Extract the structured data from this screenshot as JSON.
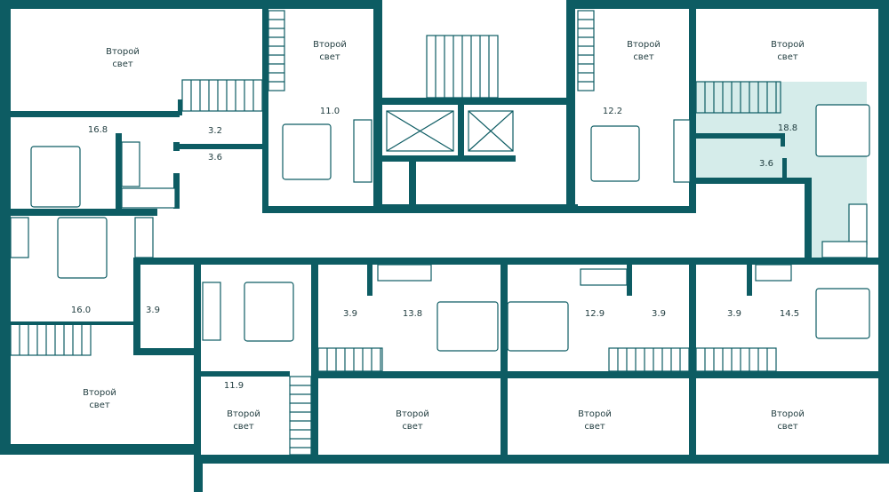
{
  "colors": {
    "wall": "#0d5c63",
    "highlight": "#d5ecea",
    "text": "#1f3b3e"
  },
  "second_light_label": [
    "Второй",
    "свет"
  ],
  "rooms": [
    {
      "id": "tl-second-light",
      "line1": "Второй",
      "line2": "свет"
    },
    {
      "id": "t2-second-light",
      "line1": "Второй",
      "line2": "свет"
    },
    {
      "id": "t3-second-light",
      "line1": "Второй",
      "line2": "свет"
    },
    {
      "id": "t4-second-light",
      "line1": "Второй",
      "line2": "свет"
    },
    {
      "id": "bl-second-light",
      "line1": "Второй",
      "line2": "свет"
    },
    {
      "id": "b2-second-light",
      "line1": "Второй",
      "line2": "свет"
    },
    {
      "id": "b3-second-light",
      "line1": "Второй",
      "line2": "свет"
    },
    {
      "id": "b4-second-light",
      "line1": "Второй",
      "line2": "свет"
    },
    {
      "id": "b5-second-light",
      "line1": "Второй",
      "line2": "свет"
    }
  ],
  "areas": [
    "16.8",
    "3.2",
    "3.6",
    "11.0",
    "12.2",
    "18.8",
    "3.6",
    "16.0",
    "3.9",
    "11.9",
    "3.9",
    "13.8",
    "12.9",
    "3.9",
    "3.9",
    "14.5"
  ],
  "selected_unit_area": "18.8"
}
